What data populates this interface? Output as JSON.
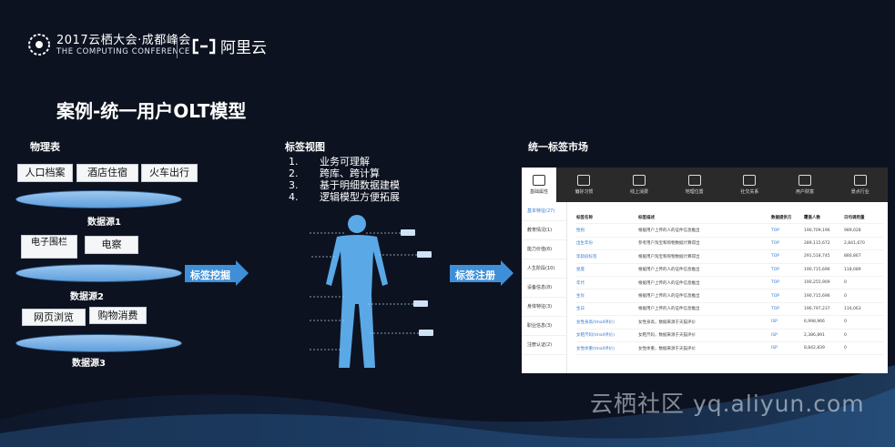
{
  "header": {
    "conference_title": "2017云栖大会·成都峰会",
    "conference_subtitle": "THE COMPUTING CONFERENCE",
    "brand": "阿里云"
  },
  "slide_title": "案例-统一用户OLT模型",
  "physical": {
    "label": "物理表",
    "sources": [
      {
        "tags": [
          "人口档案",
          "酒店住宿",
          "火车出行"
        ],
        "name": "数据源1"
      },
      {
        "tags": [
          "电子围栏",
          "电察"
        ],
        "name": "数据源2"
      },
      {
        "tags": [
          "网页浏览",
          "购物消费"
        ],
        "name": "数据源3"
      }
    ]
  },
  "arrow_mining": "标签挖掘",
  "tag_view": {
    "label": "标签视图",
    "items": [
      {
        "num": "1.",
        "text": "业务可理解"
      },
      {
        "num": "2.",
        "text": "跨库、跨计算"
      },
      {
        "num": "3.",
        "text": "基于明细数据建模"
      },
      {
        "num": "4.",
        "text": "逻辑模型方便拓展"
      }
    ]
  },
  "arrow_register": "标签注册",
  "market": {
    "label": "统一标签市场",
    "tabs": [
      "基础属性",
      "偏好习惯",
      "线上消费",
      "地理位置",
      "社交关系",
      "用户财富",
      "景点行业"
    ],
    "side": [
      "基本特征(27)",
      "教育情况(1)",
      "能力价值(6)",
      "人生阶段(10)",
      "设备信息(8)",
      "身体特征(3)",
      "职业信息(3)",
      "注册认证(2)"
    ],
    "columns": [
      "标签名称",
      "标签描述",
      "数据提供方",
      "覆盖人数",
      "日均调用量"
    ],
    "rows": [
      [
        "性别",
        "根据用户上传的人的证件信息推出",
        "TOP",
        "190,709,196",
        "989,028"
      ],
      [
        "出生年份",
        "参考用户淘宝和购物数据计算得出",
        "TOP",
        "289,115,672",
        "2,841,670"
      ],
      [
        "年龄段标签",
        "根据用户淘宝和购物数据计算得出",
        "TOP",
        "291,518,745",
        "880,867"
      ],
      [
        "星座",
        "根据用户上传的人的证件信息推出",
        "TOP",
        "190,715,696",
        "118,089"
      ],
      [
        "年代",
        "根据用户上传的人的证件信息推出",
        "TOP",
        "190,255,909",
        "0"
      ],
      [
        "生肖",
        "根据用户上传的人的证件信息推出",
        "TOP",
        "190,715,696",
        "0"
      ],
      [
        "生日",
        "根据用户上传的人的证件信息推出",
        "TOP",
        "196,797,237",
        "116,063"
      ],
      [
        "女性身高(tmall评价)",
        "女性身高，数据来源于天猫评价",
        "ISP",
        "6,998,966",
        "0"
      ],
      [
        "女鞋尺码(tmall评价)",
        "女鞋尺码，数据来源于天猫评价",
        "ISP",
        "2,386,891",
        "0"
      ],
      [
        "女性体重(tmall评价)",
        "女性体重，数据来源于天猫评价",
        "ISP",
        "8,842,839",
        "0"
      ]
    ]
  },
  "watermark": "云栖社区 yq.aliyun.com",
  "colors": {
    "accent": "#3f8fd8",
    "background": "#0c1220",
    "figure": "#5aa8e6"
  }
}
